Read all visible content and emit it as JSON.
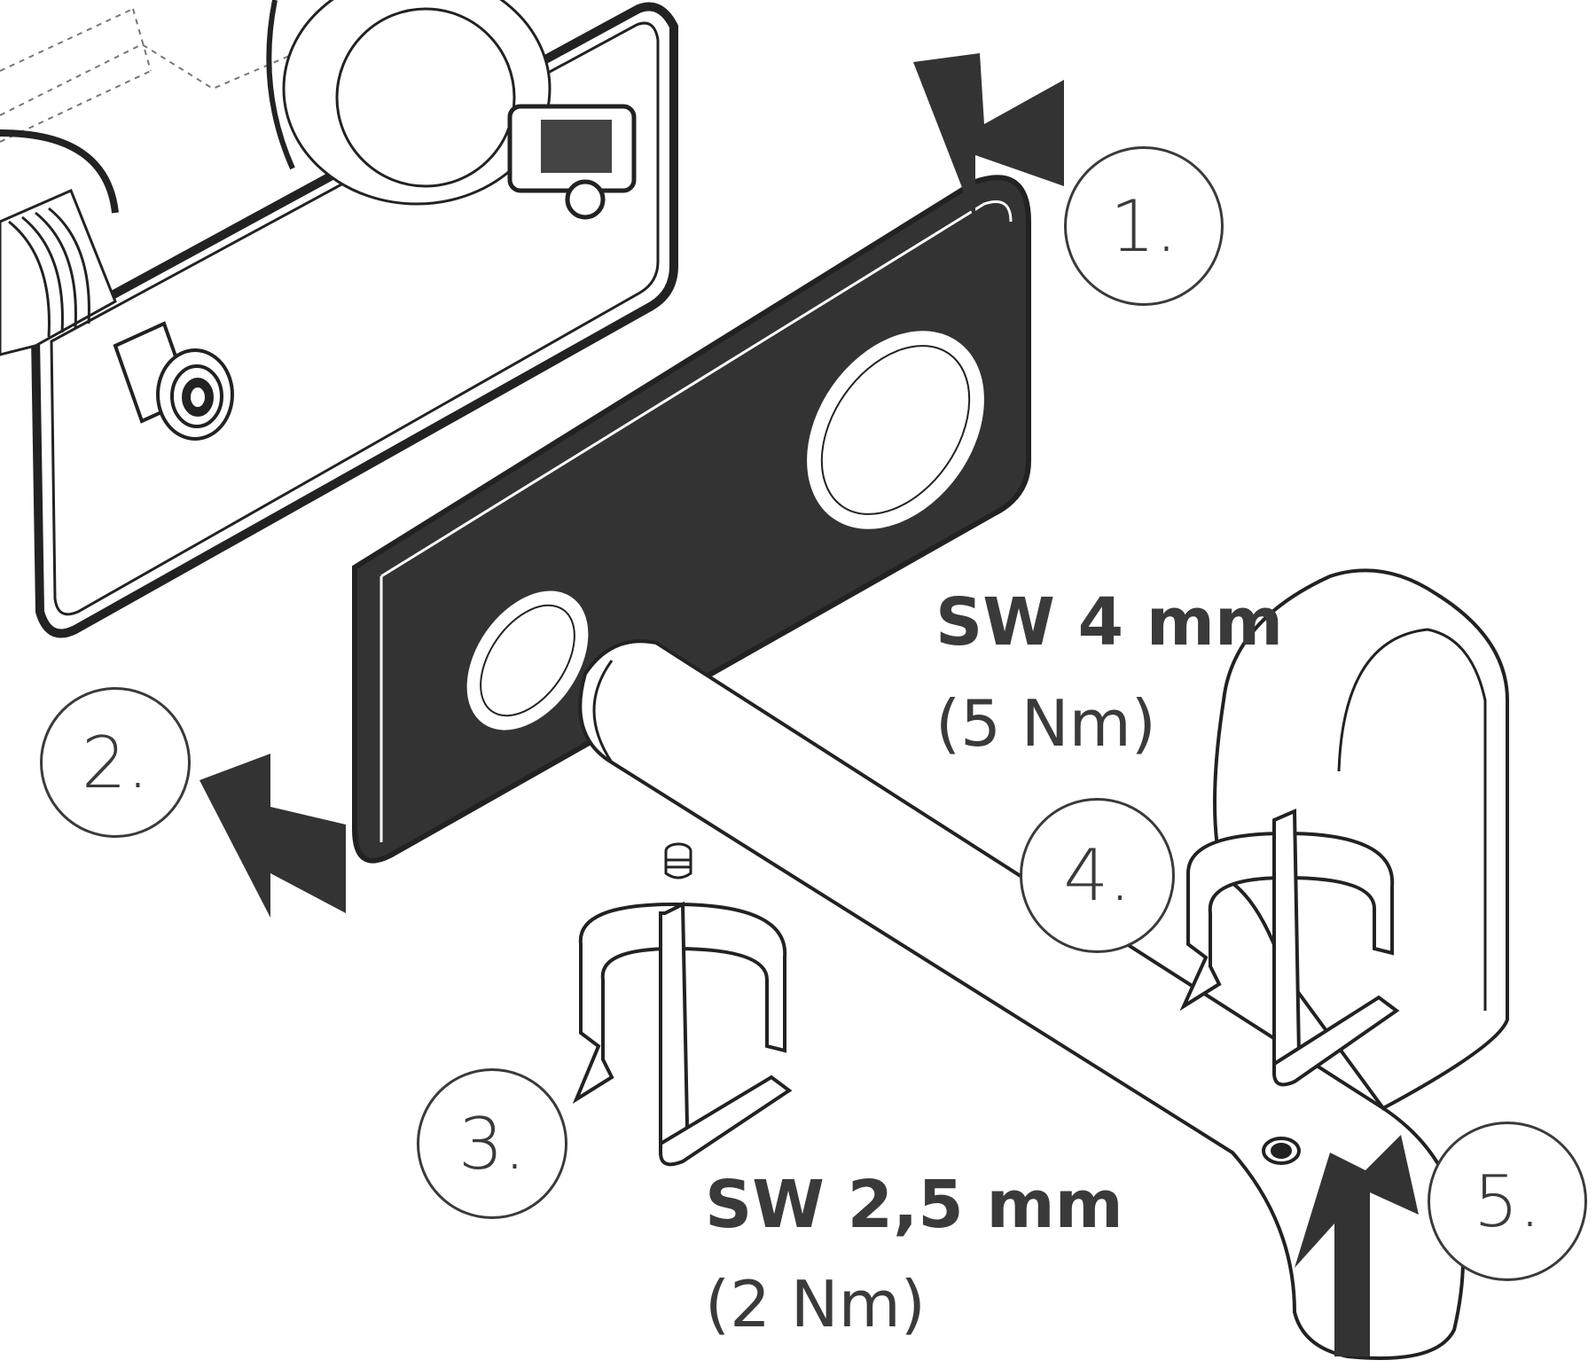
{
  "steps": [
    "1.",
    "2.",
    "3.",
    "4.",
    "5."
  ],
  "tool_specs": [
    {
      "key": "SW 4 mm",
      "torque": "(5 Nm)"
    },
    {
      "key": "SW 2,5 mm",
      "torque": "(2 Nm)"
    }
  ],
  "colors": {
    "ink": "#3a3a3a",
    "plate": "#333333",
    "paper": "#ffffff"
  }
}
